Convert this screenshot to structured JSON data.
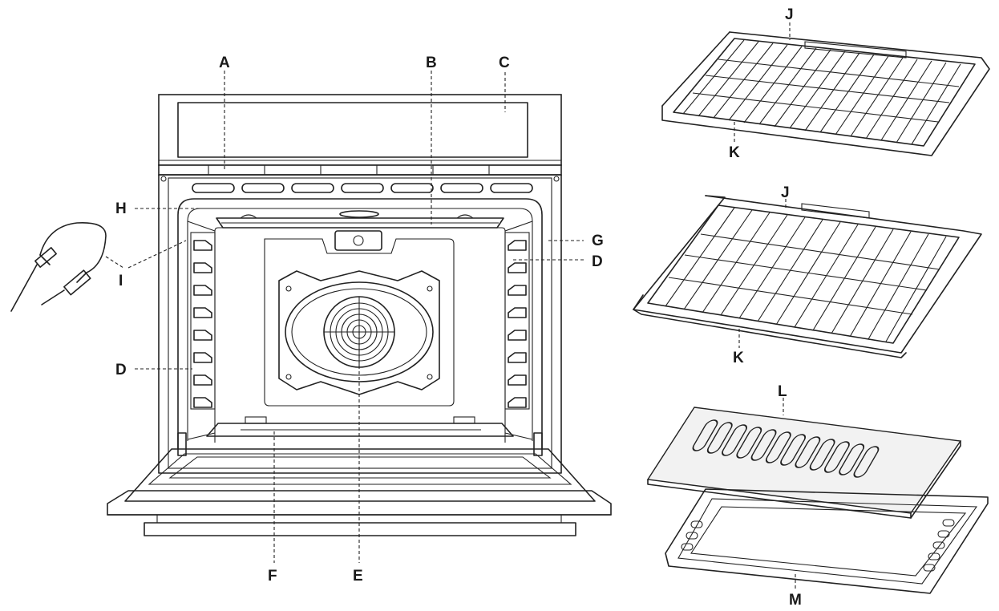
{
  "labels": {
    "A": "A",
    "B": "B",
    "C": "C",
    "D_right": "D",
    "D_left": "D",
    "E": "E",
    "F": "F",
    "G": "G",
    "H": "H",
    "I": "I",
    "J_top": "J",
    "K_top": "K",
    "J_mid": "J",
    "K_mid": "K",
    "L": "L",
    "M": "M"
  }
}
